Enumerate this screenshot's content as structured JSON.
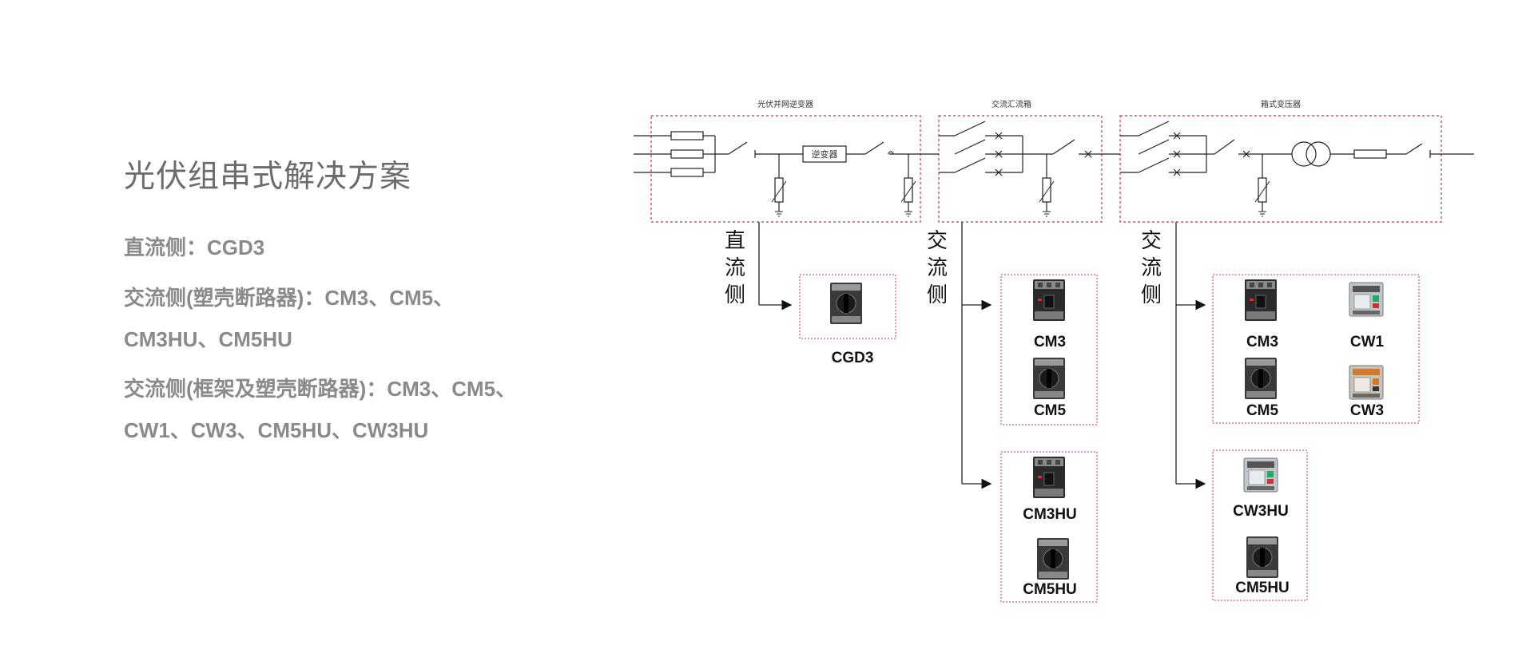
{
  "left": {
    "title": "光伏组串式解决方案",
    "lines": [
      "直流侧：CGD3",
      "交流侧(塑壳断路器)：CM3、CM5、",
      "CM3HU、CM5HU",
      "交流侧(框架及塑壳断路器)：CM3、CM5、",
      "CW1、CW3、CM5HU、CW3HU"
    ]
  },
  "diagram": {
    "units": [
      {
        "title": "光伏并网逆变器",
        "inverter_label": "逆变器"
      },
      {
        "title": "交流汇流箱"
      },
      {
        "title": "箱式变压器"
      }
    ],
    "side_labels": [
      {
        "chars": [
          "直",
          "流",
          "侧"
        ]
      },
      {
        "chars": [
          "交",
          "流",
          "侧"
        ]
      },
      {
        "chars": [
          "交",
          "流",
          "侧"
        ]
      }
    ],
    "products": {
      "cgd3": "CGD3",
      "group1": [
        "CM3",
        "CM5"
      ],
      "group2": [
        "CM3HU",
        "CM5HU"
      ],
      "group3": [
        "CM3",
        "CW1",
        "CM5",
        "CW3"
      ],
      "group4": [
        "CW3HU",
        "CM5HU"
      ]
    }
  },
  "colors": {
    "dashed_box": "#cc3344",
    "line": "#222222",
    "title_text": "#6b6b6b",
    "body_text": "#8a8a8a"
  }
}
